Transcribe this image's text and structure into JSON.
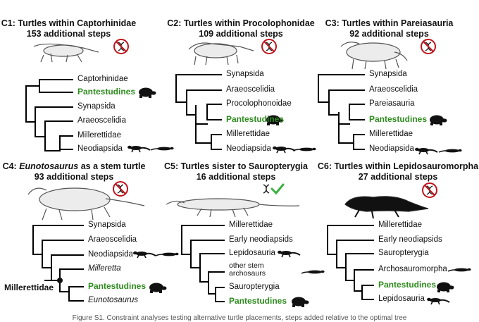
{
  "panels": [
    {
      "code": "C1",
      "title": "C1: Turtles within Captorhinidae",
      "steps": "153 additional steps",
      "taxa": [
        "Captorhinidae",
        "Pantestudines",
        "Synapsida",
        "Araeoscelidia",
        "Millerettidae",
        "Neodiapsida"
      ]
    },
    {
      "code": "C2",
      "title": "C2: Turtles within Procolophonidae",
      "steps": "109 additional steps",
      "taxa": [
        "Synapsida",
        "Araeoscelidia",
        "Procolophonoidae",
        "Pantestudines",
        "Millerettidae",
        "Neodiapsida"
      ]
    },
    {
      "code": "C3",
      "title": "C3: Turtles within Pareiasauria",
      "steps": "92 additional steps",
      "taxa": [
        "Synapsida",
        "Araeoscelidia",
        "Pareiasauria",
        "Pantestudines",
        "Millerettidae",
        "Neodiapsida"
      ]
    },
    {
      "code": "C4",
      "title_prefix": "C4: ",
      "title_italic": "Eunotosaurus",
      "title_suffix": " as a stem turtle",
      "steps": "93 additional steps",
      "taxa": [
        "Synapsida",
        "Araeoscelidia",
        "Neodiapsida",
        "Milleretta",
        "Pantestudines",
        "Eunotosaurus"
      ],
      "node_label": "Millerettidae"
    },
    {
      "code": "C5",
      "title": "C5: Turtles sister to Sauropterygia",
      "steps": "16 additional steps",
      "taxa": [
        "Millerettidae",
        "Early neodiapsids",
        "Lepidosauria",
        "other stem",
        "archosaurs",
        "Sauropterygia",
        "Pantestudines"
      ]
    },
    {
      "code": "C6",
      "title": "C6: Turtles within Lepidosauromorpha",
      "steps": "27 additional steps",
      "taxa": [
        "Millerettidae",
        "Early neodiapsids",
        "Sauropterygia",
        "Archosauromorpha",
        "Pantestudines",
        "Lepidosauria"
      ]
    }
  ],
  "caption": "Figure S1. Constraint analyses testing alternative turtle placements, steps added relative to the optimal tree",
  "colors": {
    "pantestudines": "#2e8b1e",
    "forbidden": "#c0141c",
    "allowed": "#3cb043"
  },
  "icons": [
    "no-dna-icon",
    "dna-check-icon",
    "turtle-icon",
    "lizard-icon",
    "skeleton-illustration"
  ]
}
